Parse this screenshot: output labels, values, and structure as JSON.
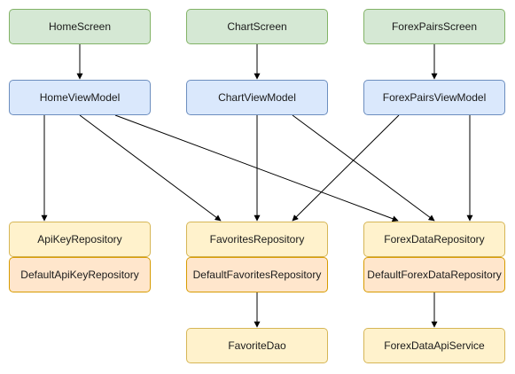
{
  "nodes": {
    "home_screen": "HomeScreen",
    "chart_screen": "ChartScreen",
    "forex_pairs_screen": "ForexPairsScreen",
    "home_view_model": "HomeViewModel",
    "chart_view_model": "ChartViewModel",
    "forex_pairs_view_model": "ForexPairsViewModel",
    "api_key_repository": "ApiKeyRepository",
    "default_api_key_repository": "DefaultApiKeyRepository",
    "favorites_repository": "FavoritesRepository",
    "default_favorites_repository": "DefaultFavoritesRepository",
    "forex_data_repository": "ForexDataRepository",
    "default_forex_data_repository": "DefaultForexDataRepository",
    "favorite_dao": "FavoriteDao",
    "forex_data_api_service": "ForexDataApiService"
  },
  "colors": {
    "screen_fill": "#d5e8d4",
    "screen_stroke": "#82b366",
    "view_model_fill": "#dae8fc",
    "view_model_stroke": "#6c8ebf",
    "repository_fill": "#fff2cc",
    "repository_stroke": "#d6b656",
    "implementation_fill": "#ffe6cc",
    "implementation_stroke": "#d79b00",
    "arrow": "#000000"
  },
  "edges": [
    {
      "from": "home_screen",
      "to": "home_view_model"
    },
    {
      "from": "chart_screen",
      "to": "chart_view_model"
    },
    {
      "from": "forex_pairs_screen",
      "to": "forex_pairs_view_model"
    },
    {
      "from": "home_view_model",
      "to": "api_key_repository"
    },
    {
      "from": "home_view_model",
      "to": "favorites_repository"
    },
    {
      "from": "home_view_model",
      "to": "forex_data_repository"
    },
    {
      "from": "chart_view_model",
      "to": "favorites_repository"
    },
    {
      "from": "chart_view_model",
      "to": "forex_data_repository"
    },
    {
      "from": "forex_pairs_view_model",
      "to": "favorites_repository"
    },
    {
      "from": "forex_pairs_view_model",
      "to": "forex_data_repository"
    },
    {
      "from": "default_favorites_repository",
      "to": "favorite_dao"
    },
    {
      "from": "default_forex_data_repository",
      "to": "forex_data_api_service"
    }
  ]
}
